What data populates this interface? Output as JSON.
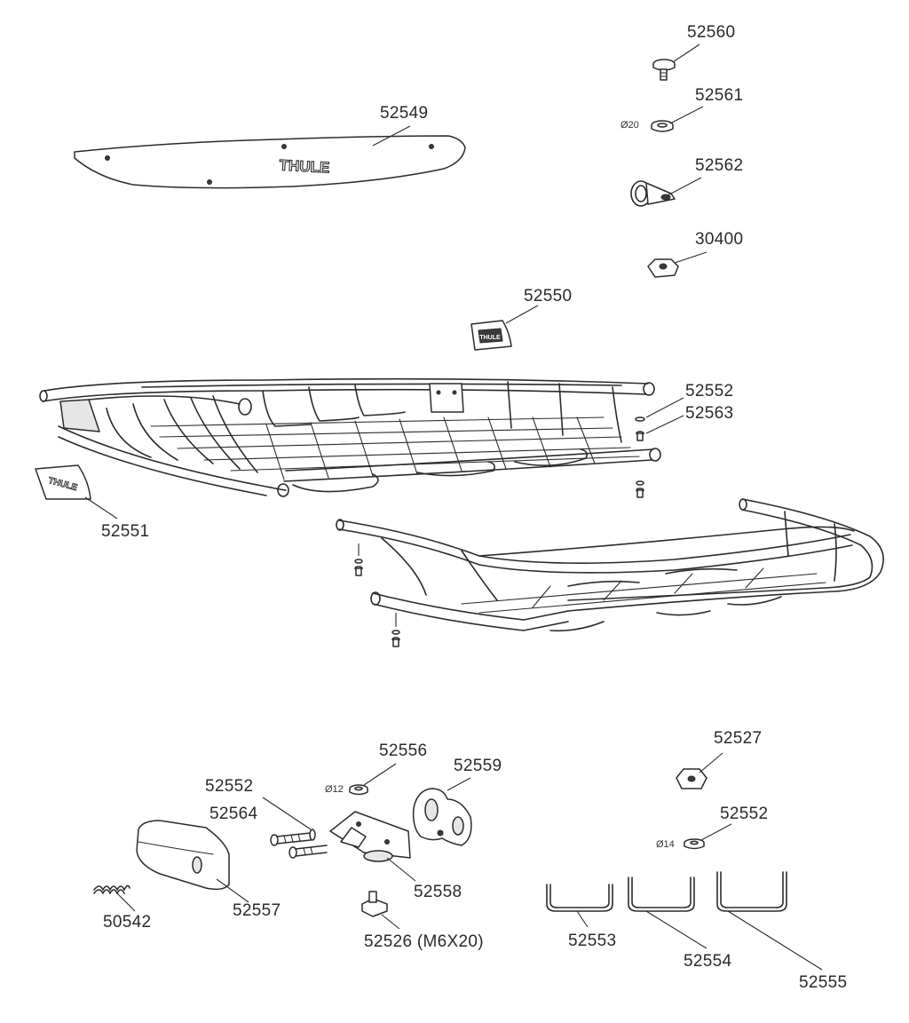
{
  "parts": [
    {
      "key": "p52560",
      "number": "52560"
    },
    {
      "key": "p52561",
      "number": "52561",
      "dimension": "Ø20"
    },
    {
      "key": "p52562",
      "number": "52562"
    },
    {
      "key": "p30400",
      "number": "30400"
    },
    {
      "key": "p52549",
      "number": "52549"
    },
    {
      "key": "p52550",
      "number": "52550"
    },
    {
      "key": "p52552a",
      "number": "52552"
    },
    {
      "key": "p52563",
      "number": "52563"
    },
    {
      "key": "p52551",
      "number": "52551"
    },
    {
      "key": "p52556",
      "number": "52556",
      "dimension": "Ø12"
    },
    {
      "key": "p52559",
      "number": "52559"
    },
    {
      "key": "p52552b",
      "number": "52552"
    },
    {
      "key": "p52564",
      "number": "52564"
    },
    {
      "key": "p52558",
      "number": "52558"
    },
    {
      "key": "p52557",
      "number": "52557"
    },
    {
      "key": "p50542",
      "number": "50542"
    },
    {
      "key": "p52526",
      "number": "52526 (M6X20)"
    },
    {
      "key": "p52527",
      "number": "52527"
    },
    {
      "key": "p52552c",
      "number": "52552",
      "dimension": "Ø14"
    },
    {
      "key": "p52553",
      "number": "52553"
    },
    {
      "key": "p52554",
      "number": "52554"
    },
    {
      "key": "p52555",
      "number": "52555"
    }
  ],
  "brand_marks": {
    "fairing_logo": "THULE",
    "badge_logo": "THULE",
    "side_badge_logo": "THULE"
  }
}
